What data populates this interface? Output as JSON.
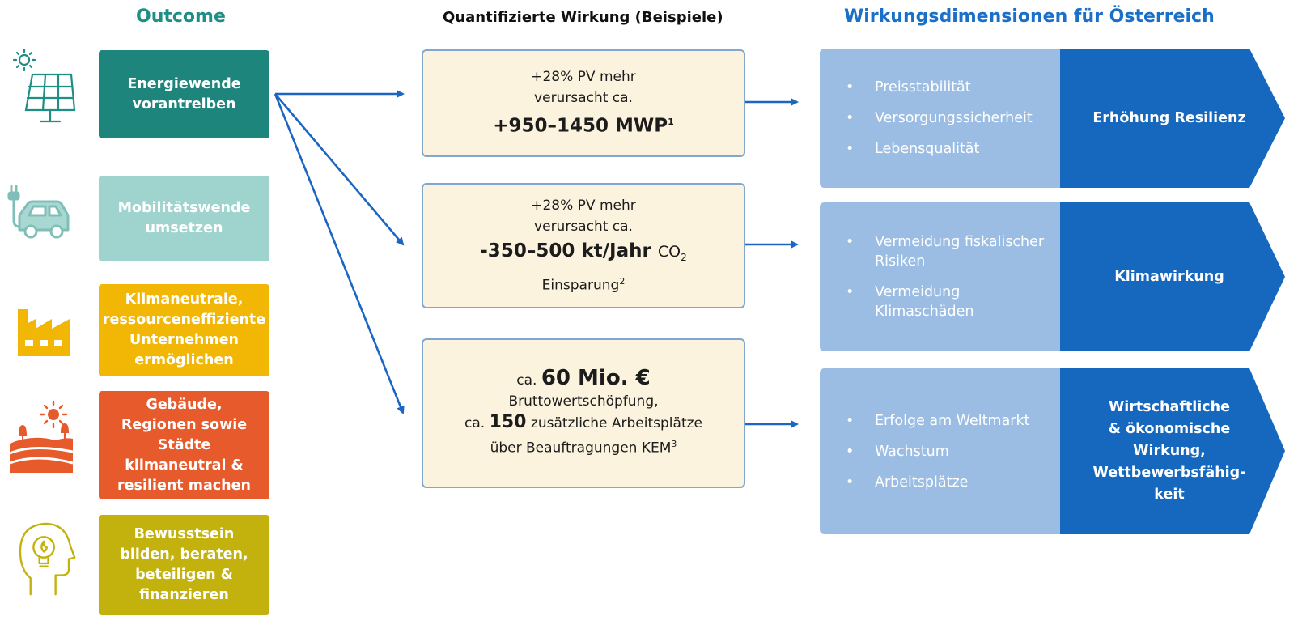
{
  "headers": {
    "outcome": "Outcome",
    "impact": "Quantifizierte Wirkung (Beispiele)",
    "dimensions": "Wirkungsdimensionen für Österreich"
  },
  "outcomes": [
    {
      "lines": [
        "Energiewende",
        "vorantreiben"
      ],
      "color": "#1d857b",
      "icon": "solar-panel-icon"
    },
    {
      "lines": [
        "Mobilitätswende",
        "umsetzen"
      ],
      "color": "#9fd3cd",
      "icon": "electric-car-icon"
    },
    {
      "lines": [
        "Klimaneutrale,",
        "ressourceneffiziente",
        "Unternehmen",
        "ermöglichen"
      ],
      "color": "#f2b705",
      "icon": "factory-icon"
    },
    {
      "lines": [
        "Gebäude,",
        "Regionen sowie",
        "Städte",
        "klimaneutral &",
        "resilient machen"
      ],
      "color": "#e65a2b",
      "icon": "landscape-sun-icon"
    },
    {
      "lines": [
        "Bewusstsein",
        "bilden, beraten,",
        "beteiligen &",
        "finanzieren"
      ],
      "color": "#c3b20e",
      "icon": "head-lightbulb-icon"
    }
  ],
  "impacts": {
    "pv": {
      "line1": "+28% PV mehr",
      "line2": "verursacht ca.",
      "value": "+950–1450 MWP",
      "sup": "1"
    },
    "co2": {
      "line1": "+28% PV mehr",
      "line2": "verursacht ca.",
      "value": "-350–500 kt/Jahr",
      "unit": "CO",
      "unit_sub": "2",
      "line4": "Einsparung",
      "sup": "2"
    },
    "econ": {
      "prefix1": "ca.",
      "value1": "60 Mio. €",
      "line2": "Bruttowertschöpfung,",
      "prefix3": "ca.",
      "value3": "150",
      "suffix3": "zusätzliche Arbeitsplätze",
      "line4": "über Beauftragungen KEM",
      "sup": "3"
    }
  },
  "dimensions": [
    {
      "bullets": [
        "Preisstabilität",
        "Versorgungssicherheit",
        "Lebensqualität"
      ],
      "label": [
        "Erhöhung Resilienz"
      ]
    },
    {
      "bullets": [
        "Vermeidung fiskalischer Risiken",
        "Vermeidung Klimaschäden"
      ],
      "label": [
        "Klimawirkung"
      ]
    },
    {
      "bullets": [
        "Erfolge am Weltmarkt",
        "Wachstum",
        "Arbeitsplätze"
      ],
      "label": [
        "Wirtschaftliche",
        "& ökonomische",
        "Wirkung,",
        "Wettbewerbsfähig-",
        "keit"
      ]
    }
  ],
  "colors": {
    "teal": "#1d857b",
    "blue_dark": "#1668bf",
    "blue_light": "#9bbde3",
    "arrow": "#1a66c2",
    "box_fill": "#fbf3de"
  }
}
